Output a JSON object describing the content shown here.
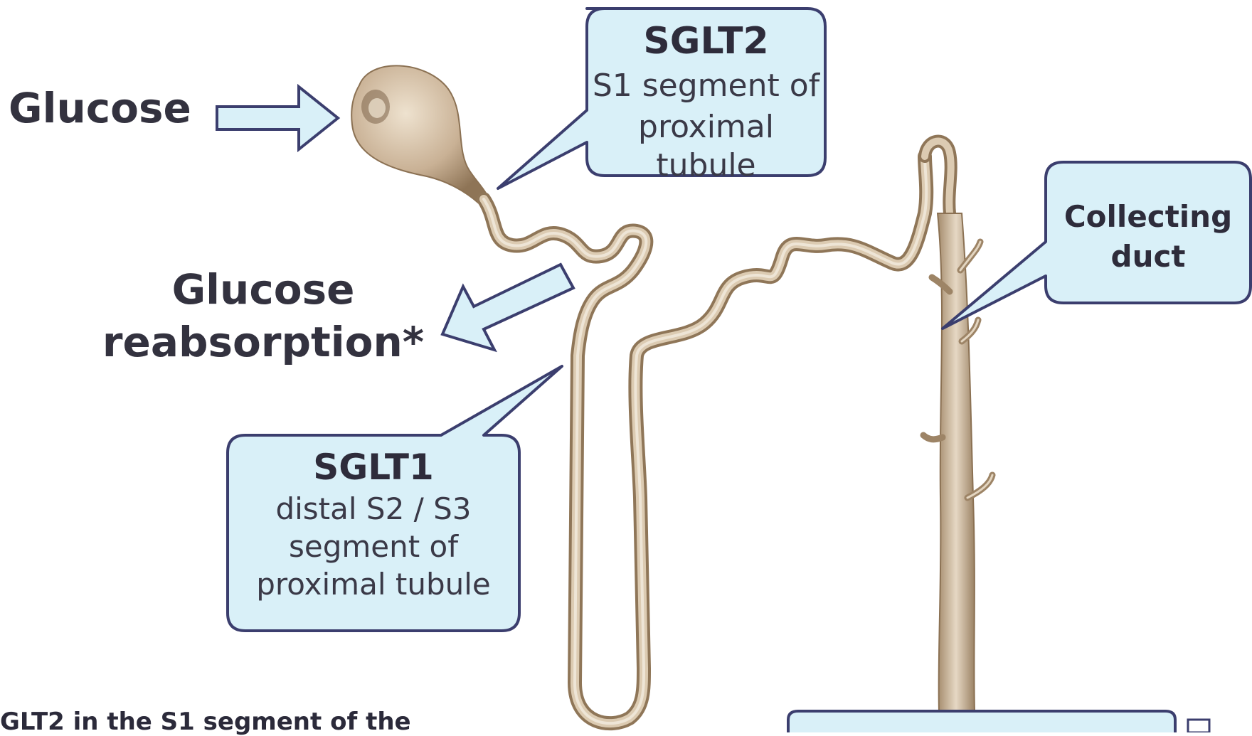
{
  "labels": {
    "glucose": "Glucose",
    "reabsorption_line1": "Glucose",
    "reabsorption_line2": "reabsorption*"
  },
  "callouts": {
    "sglt2": {
      "title": "SGLT2",
      "line1": "S1 segment of",
      "line2": "proximal tubule"
    },
    "sglt1": {
      "title": "SGLT1",
      "line1": "distal S2 / S3",
      "line2": "segment of",
      "line3": "proximal tubule"
    },
    "collecting": {
      "line1": "Collecting",
      "line2": "duct"
    }
  },
  "footnote_fragment": "GLT2 in the S1 segment of the",
  "colors": {
    "callout_fill": "#d9f0f8",
    "callout_border": "#3b3e6e",
    "tubule": "#c9b59a",
    "tubule_shadow": "#9c8466",
    "text": "#33323f"
  },
  "icons": [
    "right-arrow-icon",
    "down-left-arrow-icon",
    "nephron-illustration"
  ]
}
